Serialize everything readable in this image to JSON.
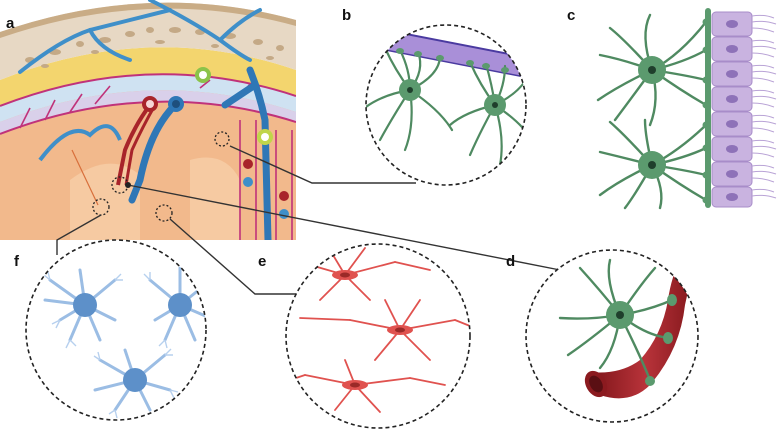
{
  "panels": {
    "a": "a",
    "b": "b",
    "c": "c",
    "d": "d",
    "e": "e",
    "f": "f"
  },
  "colors": {
    "astrocyte_green": "#5b9a6e",
    "astrocyte_green_dark": "#3e7452",
    "blood_vessel_red": "#a8242a",
    "vessel_blue": "#3f8fc9",
    "membrane_purple": "#a98fd8",
    "ependymal_lilac": "#c9b3e0",
    "microglia_blue": "#7aa7d6",
    "fibrous_red": "#e0524f",
    "cortex_orange": "#f2b98c",
    "skull_beige": "#e7d8c4"
  }
}
